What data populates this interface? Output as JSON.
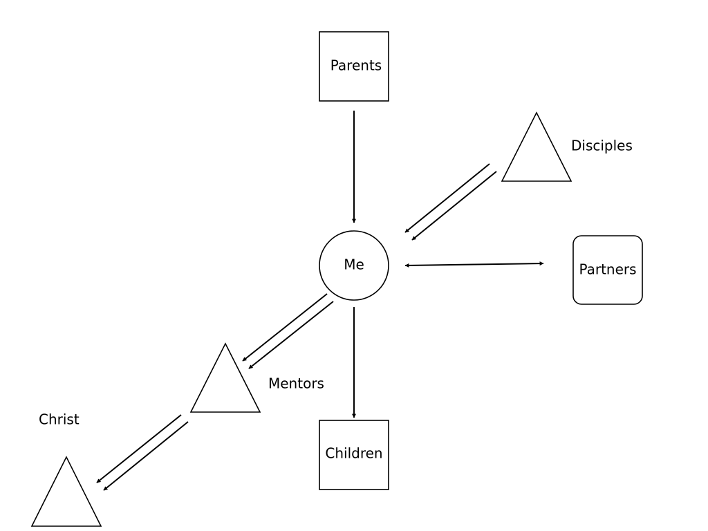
{
  "nodes": {
    "parents": "Parents",
    "me": "Me",
    "disciples": "Disciples",
    "partners": "Partners",
    "mentors": "Mentors",
    "children": "Children",
    "christ": "Christ"
  }
}
